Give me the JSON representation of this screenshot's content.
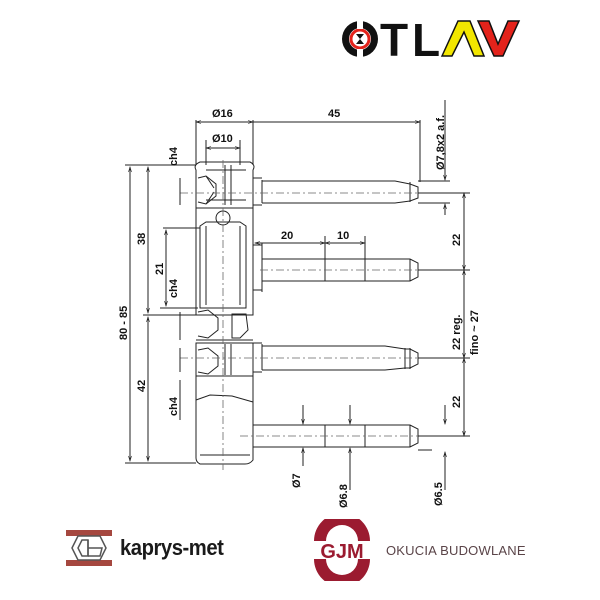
{
  "brand": {
    "otlav": {
      "letters": [
        "T",
        "L",
        "A",
        "V"
      ],
      "colors": {
        "black": "#111111",
        "yellow": "#f2e600",
        "red": "#e3231b"
      }
    },
    "kaprys": {
      "name": "kaprys-met",
      "colors": {
        "frame": "#a5473f",
        "text": "#1a1a1a"
      }
    },
    "gjm": {
      "mark": "GJM",
      "subtitle": "OKUCIA BUDOWLANE",
      "colors": {
        "ring": "#9b1b30",
        "text": "#5a4448"
      }
    }
  },
  "drawing": {
    "dimensions": {
      "body_diameter": "Ø16",
      "inner_diameter": "Ø10",
      "pin_length": "45",
      "pin_wrench": "Ø7,8x2 a.f.",
      "top_section_height": "38",
      "inner_height": "21",
      "total_height": "80 - 85",
      "bottom_section_height": "42",
      "hex_top": "ch4",
      "hex_middle": "ch4",
      "hex_bottom": "ch4",
      "offset_20": "20",
      "offset_10": "10",
      "pitch_top": "22",
      "pitch_reg": "22 reg.",
      "pitch_fine": "fino ~ 27",
      "pitch_bottom": "22",
      "shaft_d7": "Ø7",
      "shaft_d68": "Ø6.8",
      "shaft_d65": "Ø6.5"
    }
  }
}
